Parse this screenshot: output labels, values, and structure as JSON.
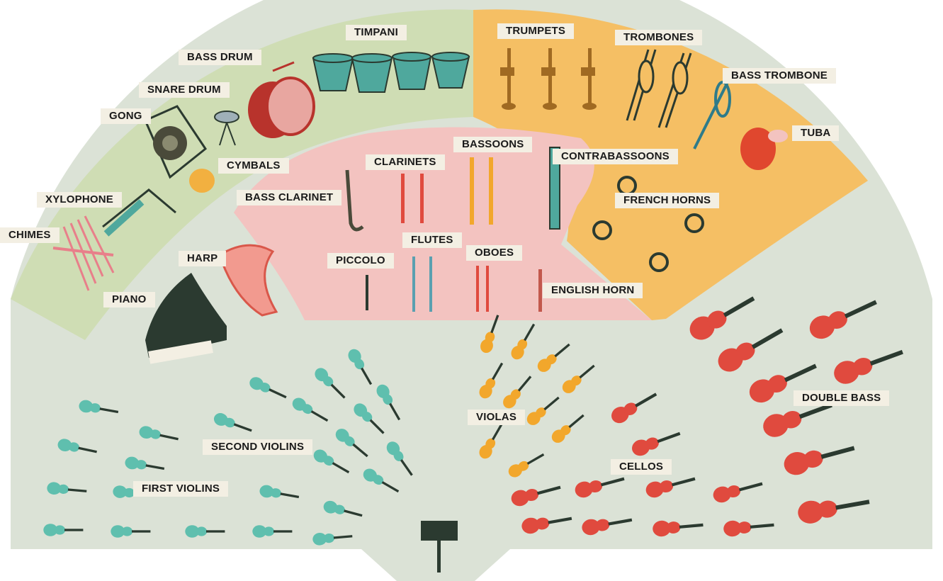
{
  "colors": {
    "strings_section": "#dbe2d6",
    "percussion_section": "#cfddb4",
    "woodwind_section": "#f3c3c0",
    "brass_section": "#f5bf64",
    "label_bg": "#f3efe3",
    "violin": "#5fbfae",
    "viola": "#f2a72c",
    "cello_bass": "#e04a3e",
    "podium": "#2b3a30"
  },
  "labels": {
    "timpani": "TIMPANI",
    "trumpets": "TRUMPETS",
    "trombones": "TROMBONES",
    "bass_trombone": "BASS TROMBONE",
    "tuba": "TUBA",
    "bass_drum": "BASS DRUM",
    "snare_drum": "SNARE DRUM",
    "gong": "GONG",
    "cymbals": "CYMBALS",
    "xylophone": "XYLOPHONE",
    "chimes": "CHIMES",
    "harp": "HARP",
    "piano": "PIANO",
    "clarinets": "CLARINETS",
    "bassoons": "BASSOONS",
    "contrabassoons": "CONTRABASSOONS",
    "bass_clarinet": "BASS CLARINET",
    "french_horns": "FRENCH HORNS",
    "flutes": "FLUTES",
    "piccolo": "PICCOLO",
    "oboes": "OBOES",
    "english_horn": "ENGLISH HORN",
    "violas": "VIOLAS",
    "double_bass": "DOUBLE BASS",
    "second_violins": "SECOND VIOLINS",
    "cellos": "CELLOS",
    "first_violins": "FIRST VIOLINS"
  },
  "icons": [
    "timpani-icon",
    "trumpet-icon",
    "trombone-icon",
    "bass-trombone-icon",
    "tuba-icon",
    "bass-drum-icon",
    "snare-drum-icon",
    "gong-icon",
    "cymbals-icon",
    "xylophone-icon",
    "chimes-icon",
    "harp-icon",
    "piano-icon",
    "clarinet-icon",
    "bassoon-icon",
    "contrabassoon-icon",
    "bass-clarinet-icon",
    "french-horn-icon",
    "flute-icon",
    "piccolo-icon",
    "oboe-icon",
    "english-horn-icon",
    "violin-icon",
    "viola-icon",
    "cello-icon",
    "double-bass-icon",
    "conductor-podium-icon"
  ]
}
